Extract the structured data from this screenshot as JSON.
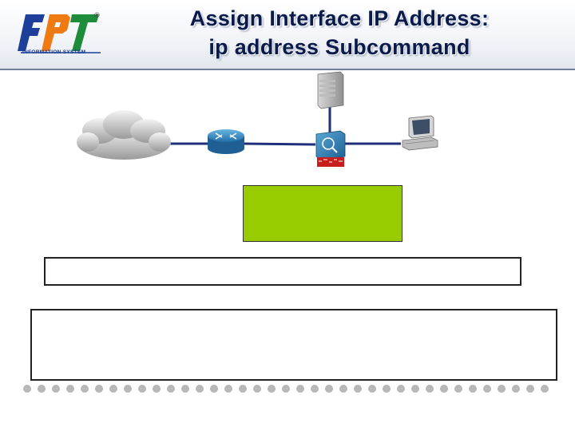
{
  "slide": {
    "title_line1": "Assign Interface IP Address:",
    "title_line2": "ip address Subcommand"
  },
  "logo": {
    "mark": "FPT",
    "subtitle": "INFORMATION SYSTEM",
    "registered": "®"
  },
  "topology": {
    "nodes": [
      "cloud-icon",
      "router-icon",
      "firewall-icon",
      "server-icon",
      "workstation-icon"
    ]
  },
  "colors": {
    "green_box": "#99cc00",
    "title": "#0a1a4a",
    "link": "#1f2f7a"
  }
}
